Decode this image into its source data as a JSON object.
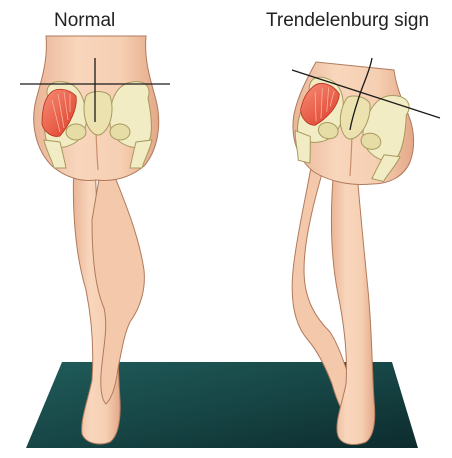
{
  "figure": {
    "panels": [
      {
        "id": "normal",
        "label": "Normal"
      },
      {
        "id": "trendelenburg",
        "label": "Trendelenburg sign"
      }
    ]
  },
  "colors": {
    "skin": "#f7d2b5",
    "skin_shadow": "#e7a989",
    "outline": "#b07a5c",
    "bone": "#f2ecc4",
    "bone_shadow": "#d9cf98",
    "muscle": "#e8503a",
    "muscle_light": "#f4826d",
    "mat": "#1b4e4e",
    "mat_dark": "#0f2f31",
    "line": "#1a1a1a"
  },
  "icons": {
    "muscle": "gluteus-medius-muscle-icon",
    "pelvis": "pelvis-bone-icon"
  }
}
